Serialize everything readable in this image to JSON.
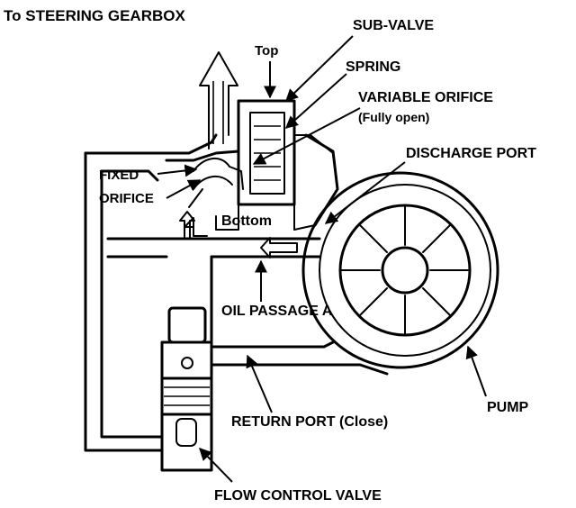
{
  "labels": {
    "to_gearbox": "To STEERING GEARBOX",
    "sub_valve": "SUB-VALVE",
    "top": "Top",
    "spring": "SPRING",
    "variable_orifice": "VARIABLE ORIFICE",
    "fully_open": "(Fully open)",
    "discharge_port": "DISCHARGE PORT",
    "fixed": "FIXED",
    "orifice": "ORIFICE",
    "bottom": "Bottom",
    "oil_passage": "OIL PASSAGE A",
    "pump": "PUMP",
    "return_port": "RETURN PORT (Close)",
    "flow_control_valve": "FLOW CONTROL VALVE"
  }
}
